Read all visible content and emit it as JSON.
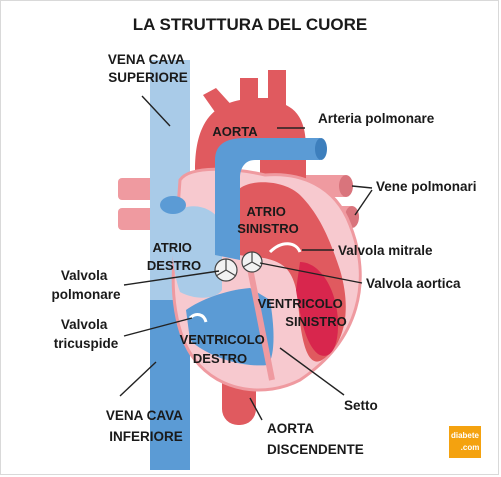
{
  "title": "LA STRUTTURA DEL CUORE",
  "labels": {
    "vena_cava_superiore": [
      "VENA CAVA",
      "SUPERIORE"
    ],
    "aorta": "AORTA",
    "arteria_polmonare": "Arteria polmonare",
    "vene_polmonari": "Vene polmonari",
    "atrio_sinistro": [
      "ATRIO",
      "SINISTRO"
    ],
    "atrio_destro": [
      "ATRIO",
      "DESTRO"
    ],
    "valvola_mitrale": "Valvola mitrale",
    "valvola_polmonare": [
      "Valvola",
      "polmonare"
    ],
    "valvola_aortica": "Valvola aortica",
    "ventricolo_sinistro": [
      "VENTRICOLO",
      "SINISTRO"
    ],
    "valvola_tricuspide": [
      "Valvola",
      "tricuspide"
    ],
    "ventricolo_destro": [
      "VENTRICOLO",
      "DESTRO"
    ],
    "setto": "Setto",
    "vena_cava_inferiore": [
      "VENA CAVA",
      "INFERIORE"
    ],
    "aorta_discendente": [
      "AORTA",
      "DISCENDENTE"
    ]
  },
  "logo": {
    "line1": "diabete",
    "line2": ".com"
  },
  "colors": {
    "oxygen_poor_blue": "#5b9bd5",
    "light_blue": "#a9cbe8",
    "oxygen_rich_red": "#e05a5f",
    "pink_vessels": "#ef9aa0",
    "heart_pink": "#f7c9cf",
    "deep_red": "#d8264d",
    "logo_orange": "#f4a20f"
  }
}
